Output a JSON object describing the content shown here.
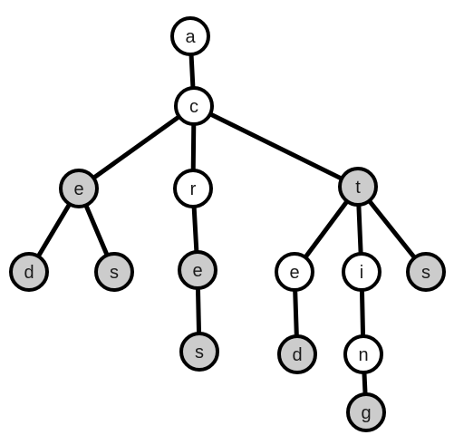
{
  "colors": {
    "marked_fill": "#cccccc",
    "plain_fill": "#ffffff",
    "stroke": "#000000",
    "text": "#1a1a1a"
  },
  "nodes": [
    {
      "id": "n-a",
      "label": "a",
      "marked": false
    },
    {
      "id": "n-c",
      "label": "c",
      "marked": false
    },
    {
      "id": "n-e1",
      "label": "e",
      "marked": true
    },
    {
      "id": "n-r",
      "label": "r",
      "marked": false
    },
    {
      "id": "n-t",
      "label": "t",
      "marked": true
    },
    {
      "id": "n-d1",
      "label": "d",
      "marked": true
    },
    {
      "id": "n-s1",
      "label": "s",
      "marked": true
    },
    {
      "id": "n-e2",
      "label": "e",
      "marked": true
    },
    {
      "id": "n-s2",
      "label": "s",
      "marked": true
    },
    {
      "id": "n-e3",
      "label": "e",
      "marked": false
    },
    {
      "id": "n-d2",
      "label": "d",
      "marked": true
    },
    {
      "id": "n-i",
      "label": "i",
      "marked": false
    },
    {
      "id": "n-n",
      "label": "n",
      "marked": false
    },
    {
      "id": "n-g",
      "label": "g",
      "marked": true
    },
    {
      "id": "n-s3",
      "label": "s",
      "marked": true
    }
  ],
  "edges": [
    [
      "n-a",
      "n-c"
    ],
    [
      "n-c",
      "n-e1"
    ],
    [
      "n-c",
      "n-r"
    ],
    [
      "n-c",
      "n-t"
    ],
    [
      "n-e1",
      "n-d1"
    ],
    [
      "n-e1",
      "n-s1"
    ],
    [
      "n-r",
      "n-e2"
    ],
    [
      "n-e2",
      "n-s2"
    ],
    [
      "n-t",
      "n-e3"
    ],
    [
      "n-t",
      "n-i"
    ],
    [
      "n-t",
      "n-s3"
    ],
    [
      "n-e3",
      "n-d2"
    ],
    [
      "n-i",
      "n-n"
    ],
    [
      "n-n",
      "n-g"
    ]
  ]
}
